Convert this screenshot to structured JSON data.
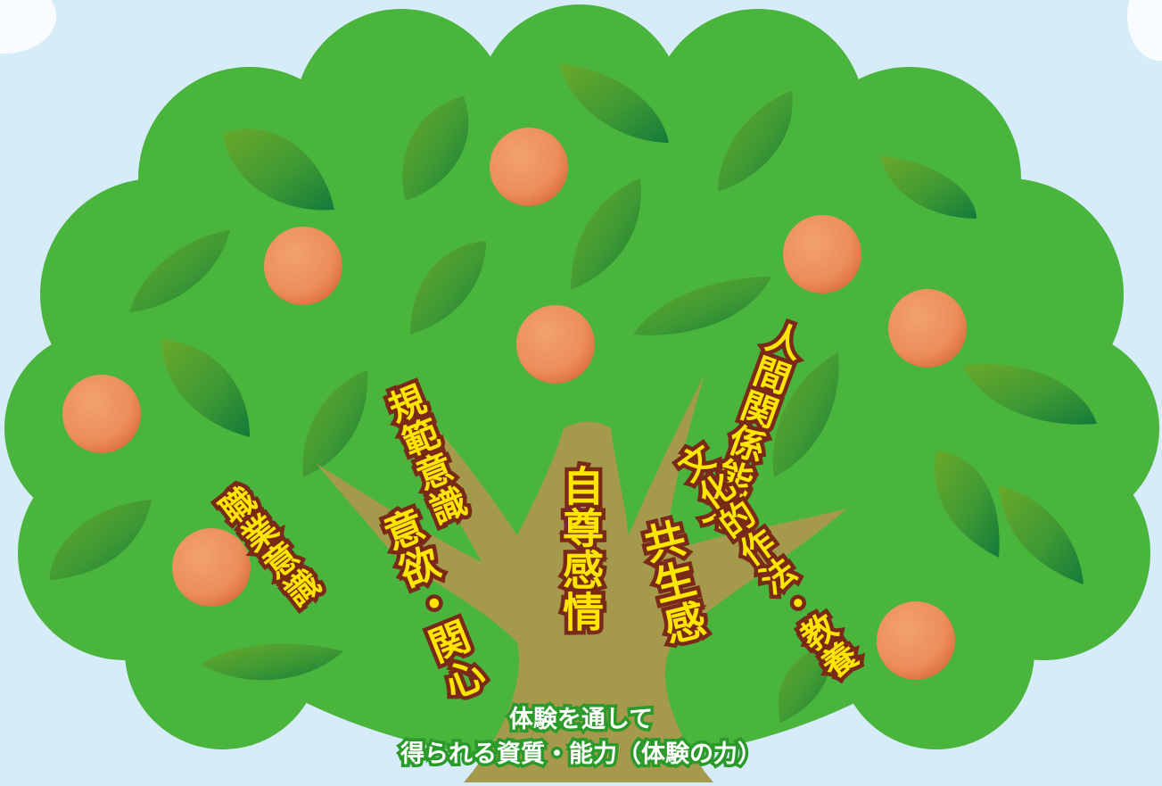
{
  "colors": {
    "sky": "#d6ecf9",
    "canopy": "#4ab53c",
    "trunk": "#a59a4c",
    "fruit": "#eb8a58",
    "label_fill": "#ffe600",
    "label_outline": "#7a2a18",
    "caption_outline": "#2a9a2a"
  },
  "branches": [
    {
      "key": "shokugyo",
      "label": "職業意識"
    },
    {
      "key": "kihan",
      "label": "規範意識"
    },
    {
      "key": "iyoku",
      "label": "意欲・関心"
    },
    {
      "key": "jison",
      "label": "自尊感情"
    },
    {
      "key": "ningen",
      "label": "人間関係能力"
    },
    {
      "key": "kyosei",
      "label": "共生感"
    },
    {
      "key": "bunka",
      "label": "文化的作法・教養"
    }
  ],
  "caption": {
    "line1": "体験を通して",
    "line2": "得られる資質・能力（体験の力）"
  }
}
